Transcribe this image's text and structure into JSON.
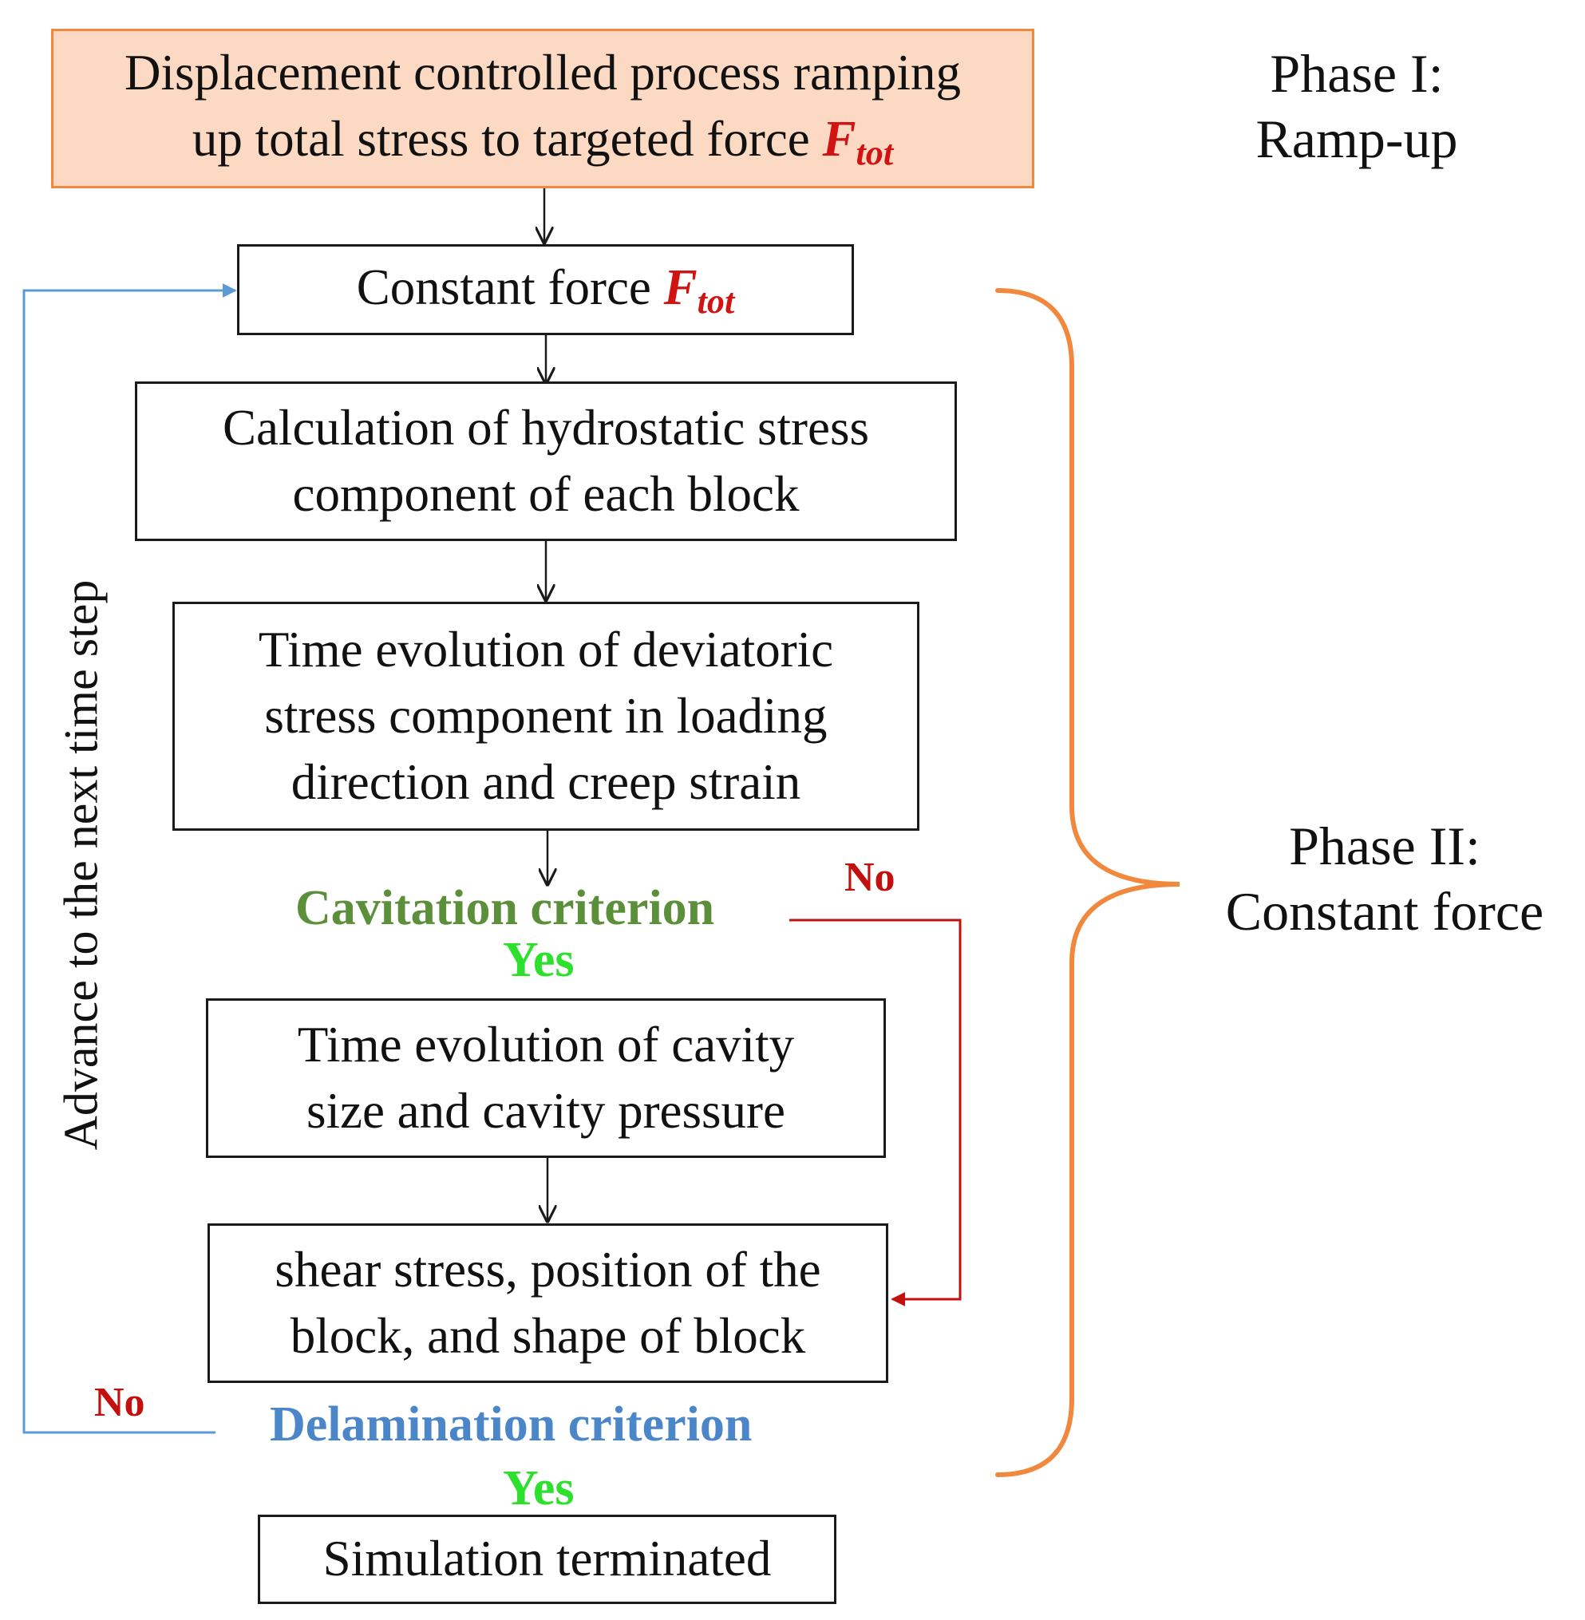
{
  "boxes": {
    "rampup": {
      "line1": "Displacement controlled process ramping",
      "line2": "up total stress to targeted force",
      "symbol": "F",
      "subscript": "tot"
    },
    "constant_force": {
      "text": "Constant force",
      "symbol": "F",
      "subscript": "tot"
    },
    "hydrostatic": {
      "line1": "Calculation of hydrostatic stress",
      "line2": "component of each block"
    },
    "deviatoric": {
      "line1": "Time evolution of deviatoric",
      "line2": "stress component in loading",
      "line3": "direction and creep strain"
    },
    "cavity": {
      "line1": "Time evolution of cavity",
      "line2": "size and cavity pressure"
    },
    "shear": {
      "line1": "shear stress, position of the",
      "line2": "block, and shape of block"
    },
    "terminated": {
      "text": "Simulation terminated"
    }
  },
  "criteria": {
    "cavitation": {
      "label": "Cavitation criterion",
      "yes": "Yes",
      "no": "No"
    },
    "delamination": {
      "label": "Delamination criterion",
      "yes": "Yes",
      "no": "No"
    }
  },
  "side_label": "Advance to the next time step",
  "phases": {
    "phase1": {
      "line1": "Phase I:",
      "line2": "Ramp-up"
    },
    "phase2": {
      "line1": "Phase II:",
      "line2": "Constant force"
    }
  },
  "colors": {
    "rampup_fill": "#fbd9c3",
    "rampup_border": "#f0883e",
    "brace": "#f0883e",
    "symbol_red": "#d11313",
    "no_red": "#c40f0f",
    "yes_green": "#2ee02e",
    "cavitation_green": "#5b8f3a",
    "delamination_blue": "#4a86c8",
    "loop_blue": "#5b9bd5"
  }
}
